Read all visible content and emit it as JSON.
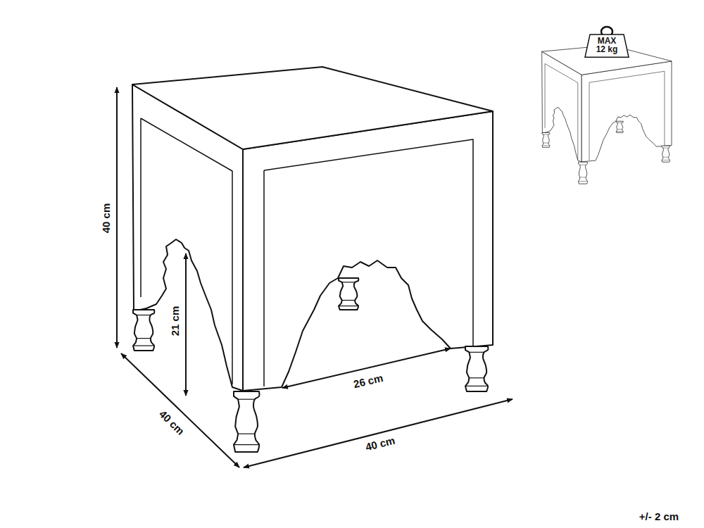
{
  "diagram": {
    "nodes": [
      {
        "text": [
          "MAX 12 kg"
        ]
      }
    ],
    "labels": [
      "40 cm",
      "21 cm",
      "26 cm",
      "40 cm",
      "40 cm",
      "+/- 2 cm"
    ]
  }
}
